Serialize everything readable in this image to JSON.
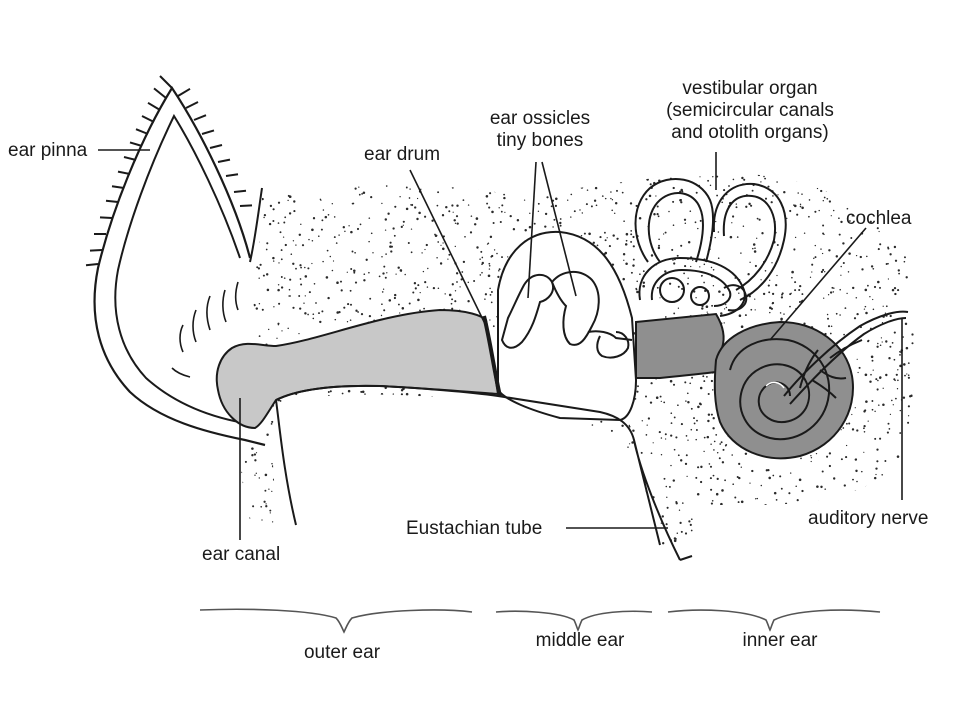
{
  "diagram": {
    "labels": {
      "ear_pinna": "ear pinna",
      "ear_drum": "ear drum",
      "ear_ossicles_line1": "ear ossicles",
      "ear_ossicles_line2": "tiny bones",
      "vestibular_line1": "vestibular organ",
      "vestibular_line2": "(semicircular canals",
      "vestibular_line3": "and otolith organs)",
      "cochlea": "cochlea",
      "auditory_nerve": "auditory nerve",
      "eustachian_tube": "Eustachian tube",
      "ear_canal": "ear canal"
    },
    "regions": {
      "outer_ear": "outer ear",
      "middle_ear": "middle ear",
      "inner_ear": "inner ear"
    },
    "colors": {
      "ink": "#1a1a1a",
      "canal_fill": "#c8c8c8",
      "cochlea_fill": "#8f8f8f",
      "stipple": "#2a2a2a",
      "paper": "#ffffff"
    }
  }
}
